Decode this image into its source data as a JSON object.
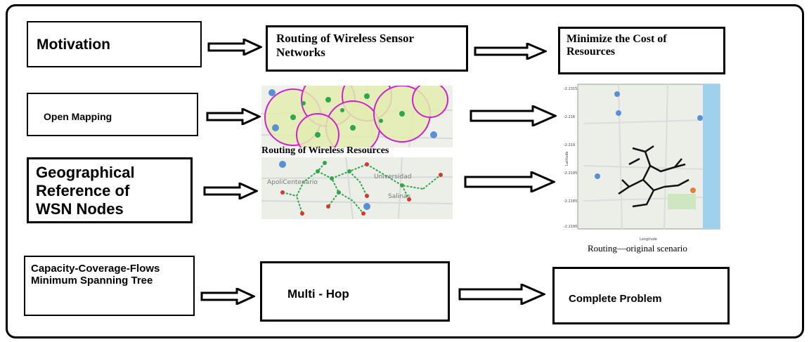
{
  "flow": {
    "motivation": "Motivation",
    "routing_wsn": "Routing of Wireless Sensor\nNetworks",
    "minimize_cost": "Minimize the Cost of\nResources",
    "open_mapping": "Open Mapping",
    "geo_reference": "Geographical\nReference of\nWSN Nodes",
    "capacity_mst": "Capacity-Coverage-Flows\nMinimum Spanning Tree",
    "multi_hop": "Multi - Hop",
    "complete_problem": "Complete Problem"
  },
  "images": {
    "coverage_map_caption": "Routing of Wireless Resources",
    "tree_map_labels": [
      "ApoliCentenario",
      "Universidad",
      "Salinas"
    ],
    "routing_plot_caption": "Routing—original scenario",
    "routing_plot_axis_y": "Latitude",
    "routing_plot_axis_x": "Longitude"
  },
  "colors": {
    "coverage_fill": "#e3ecb0",
    "coverage_circle": "#cc22cc",
    "node_green": "#2ea64a",
    "node_red": "#d43a2a",
    "map_bg": "#eceee8",
    "water": "#9fd0ec"
  }
}
